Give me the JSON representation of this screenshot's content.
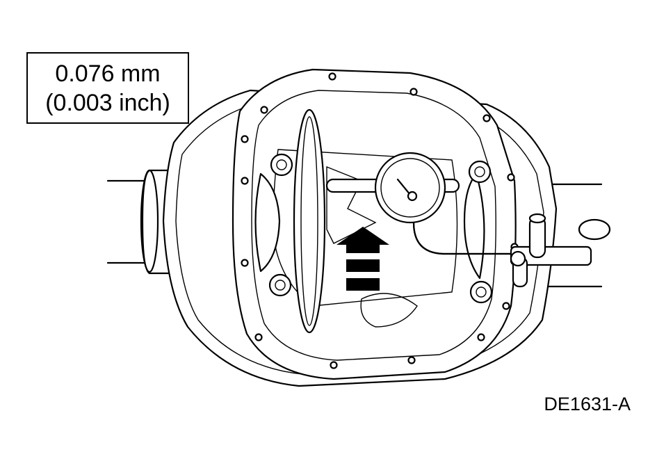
{
  "spec": {
    "metric": "0.076 mm",
    "imperial": "(0.003 inch)"
  },
  "figure_id": "DE1631-A",
  "icons": {
    "dial_indicator": "dial-gauge-icon",
    "arrow": "arrow-up-icon"
  }
}
